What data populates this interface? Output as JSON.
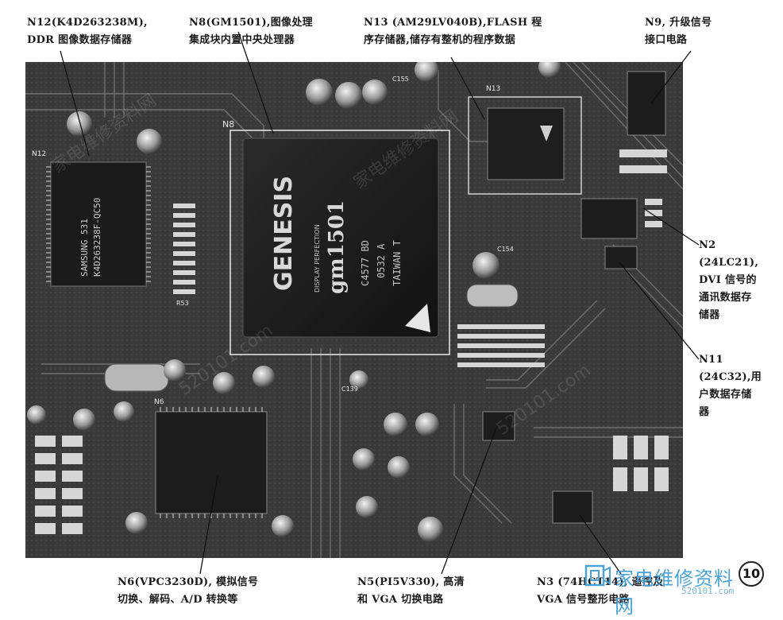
{
  "labels": {
    "n12": [
      "N12(K4D263238M),",
      "DDR 图像数据存储器"
    ],
    "n8": [
      "N8(GM1501),图像处理",
      "集成块内置中央处理器"
    ],
    "n13": [
      "N13 (AM29LV040B),FLASH 程",
      "序存储器,储存有整机的程序数据"
    ],
    "n9": [
      "N9, 升级信号",
      "接口电路"
    ],
    "n2": [
      "N2",
      "(24LC21),",
      "DVI 信号的",
      "通讯数据存",
      "储器"
    ],
    "n11": [
      "N11",
      "(24C32),用",
      "户数据存储",
      "器"
    ],
    "n6": [
      "N6(VPC3230D), 模拟信号",
      "切换、解码、A/D 转换等"
    ],
    "n5": [
      "N5(PI5V330), 高清",
      "和 VGA 切换电路"
    ],
    "n3": [
      "N3 (74HCT14), 遥控及",
      "VGA 信号整形电路"
    ]
  },
  "chip": {
    "brand": "GENESIS",
    "tagline": "DISPLAY PERFECTION",
    "model": "gm1501",
    "code1": "C4577 BD",
    "code2": "0532 A",
    "origin": "TAIWAN T",
    "ref": "N8"
  },
  "pcb_marks": {
    "ddr_brand": "SAMSUNG 531",
    "ddr_part": "K4D263238F-QC50",
    "n12": "N12",
    "n13": "N13",
    "n6": "N6",
    "c154": "C154",
    "c155": "C155",
    "c139": "C139",
    "r53": "R53"
  },
  "watermark": {
    "site_name": "家电维修资料网",
    "site_url": "520101.com"
  },
  "page_number": "10",
  "colors": {
    "board": "#3d3d3d",
    "chip": "#1c1c1c",
    "silkscreen": "#e8e8e8",
    "trace": "#7a7a7a",
    "logo": "#4aa3d8"
  }
}
